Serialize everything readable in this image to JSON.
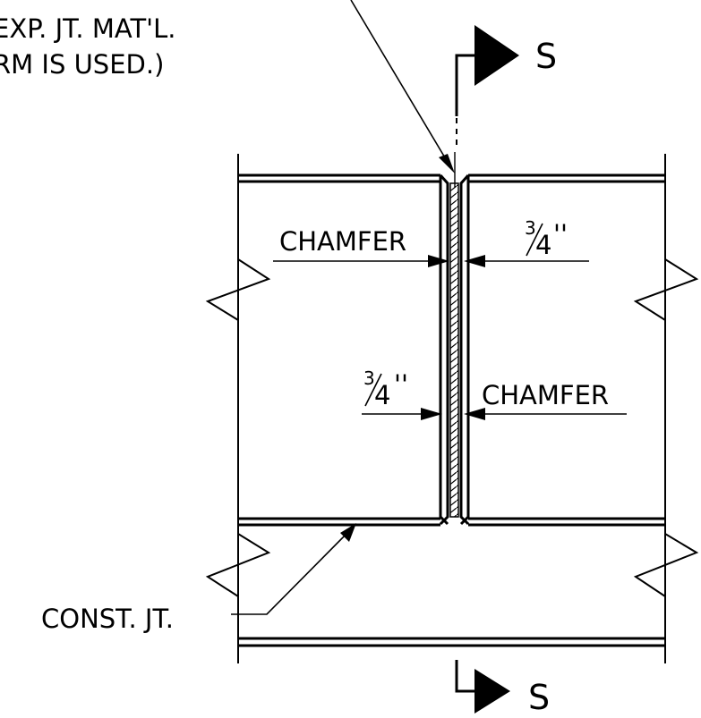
{
  "note": {
    "line1": "EXP. JT. MAT'L.",
    "line2": "RM IS USED.)"
  },
  "labels": {
    "chamfer_top": "CHAMFER",
    "chamfer_bottom": "CHAMFER",
    "const_jt": "CONST. JT."
  },
  "dimensions": {
    "upper": {
      "num": "3",
      "den": "4",
      "mark": "''"
    },
    "lower": {
      "num": "3",
      "den": "4",
      "mark": "''"
    }
  },
  "section": {
    "top": "S",
    "bottom": "S"
  }
}
